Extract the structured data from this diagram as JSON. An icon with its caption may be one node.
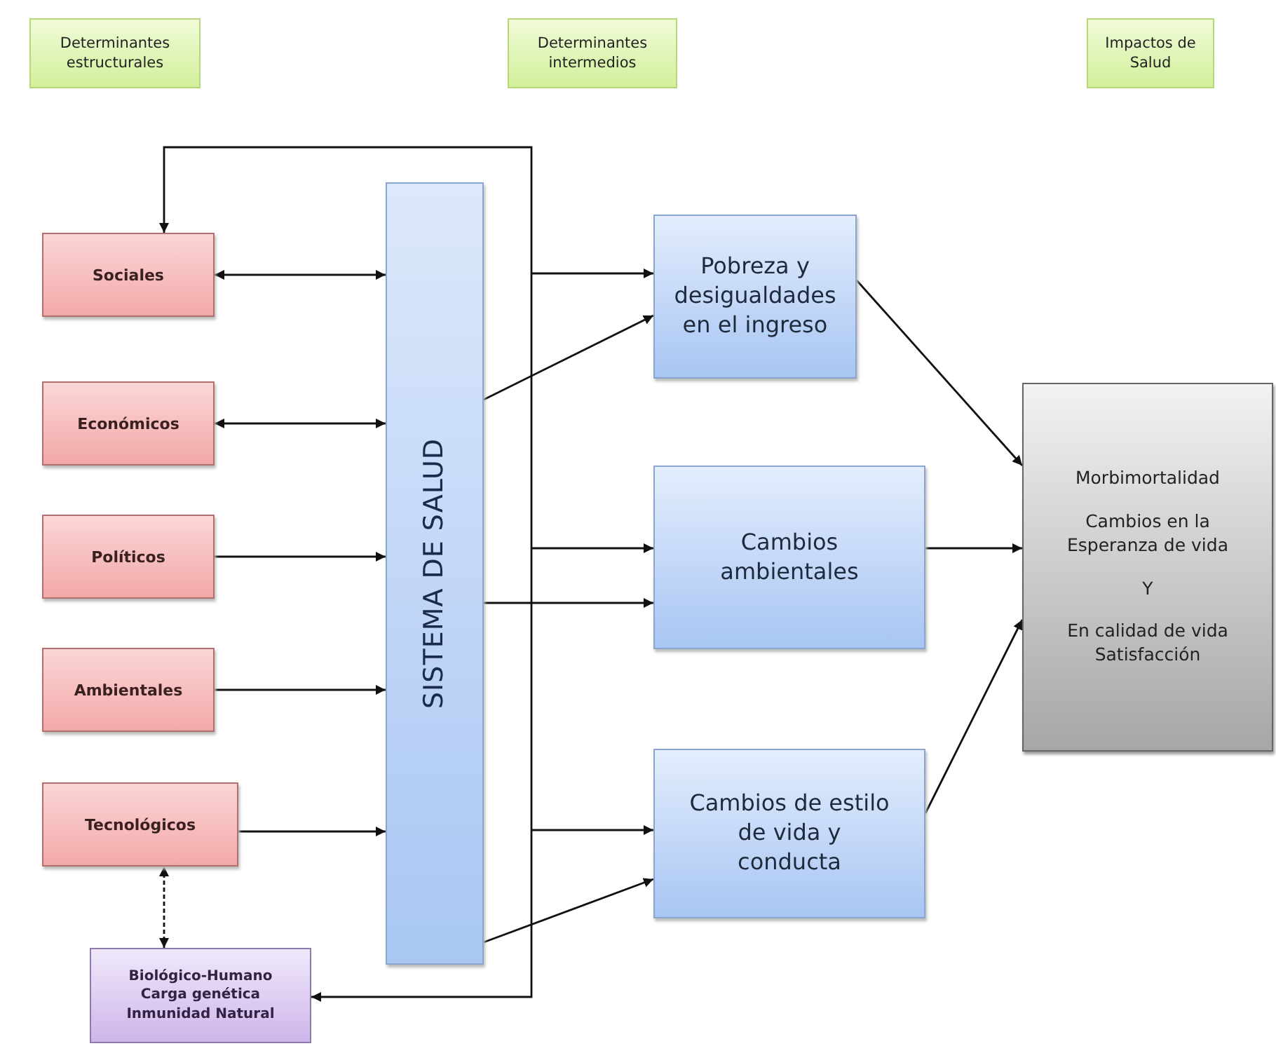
{
  "diagram": {
    "nodes": [
      {
        "text": [
          "Determinantes estructurales"
        ]
      },
      {
        "text": [
          "Determinantes intermedios"
        ]
      },
      {
        "text": [
          "Impactos de Salud"
        ]
      },
      {
        "text": [
          "Sociales"
        ]
      },
      {
        "text": [
          "Económicos"
        ]
      },
      {
        "text": [
          "Políticos"
        ]
      },
      {
        "text": [
          "Ambientales"
        ]
      },
      {
        "text": [
          "Tecnológicos"
        ]
      },
      {
        "text": [
          "Biológico-Humano Carga genética Inmunidad Natural"
        ]
      },
      {
        "text": [
          "SISTEMA DE SALUD"
        ]
      },
      {
        "text": [
          "Pobreza y desigualdades en el ingreso"
        ]
      },
      {
        "text": [
          "Cambios ambientales"
        ]
      },
      {
        "text": [
          "Cambios de estilo de vida y conducta"
        ]
      },
      {
        "text": [
          "Morbimortalidad",
          "Cambios en la Esperanza de vida",
          "Y",
          "En calidad de vida Satisfacción"
        ]
      }
    ],
    "edges": [
      {
        "from": 3,
        "to": 9,
        "arrow": "both"
      },
      {
        "from": 4,
        "to": 9,
        "arrow": "both"
      },
      {
        "from": 5,
        "to": 9,
        "arrow": "to"
      },
      {
        "from": 6,
        "to": 9,
        "arrow": "to"
      },
      {
        "from": 7,
        "to": 9,
        "arrow": "to"
      },
      {
        "from": 7,
        "to": 8,
        "arrow": "both",
        "style": "dashed"
      },
      {
        "from": 9,
        "to": 10,
        "arrow": "to"
      },
      {
        "from": 9,
        "to": 11,
        "arrow": "to"
      },
      {
        "from": 9,
        "to": 12,
        "arrow": "to"
      },
      {
        "from": null,
        "to": 3,
        "arrow": "to"
      },
      {
        "from": null,
        "to": 8,
        "arrow": "to"
      },
      {
        "from": null,
        "to": 10,
        "arrow": "to"
      },
      {
        "from": null,
        "to": 11,
        "arrow": "to"
      },
      {
        "from": null,
        "to": 12,
        "arrow": "to"
      },
      {
        "from": 10,
        "to": 13,
        "arrow": "to"
      },
      {
        "from": 11,
        "to": 13,
        "arrow": "to"
      },
      {
        "from": 12,
        "to": 13,
        "arrow": "to"
      }
    ]
  }
}
